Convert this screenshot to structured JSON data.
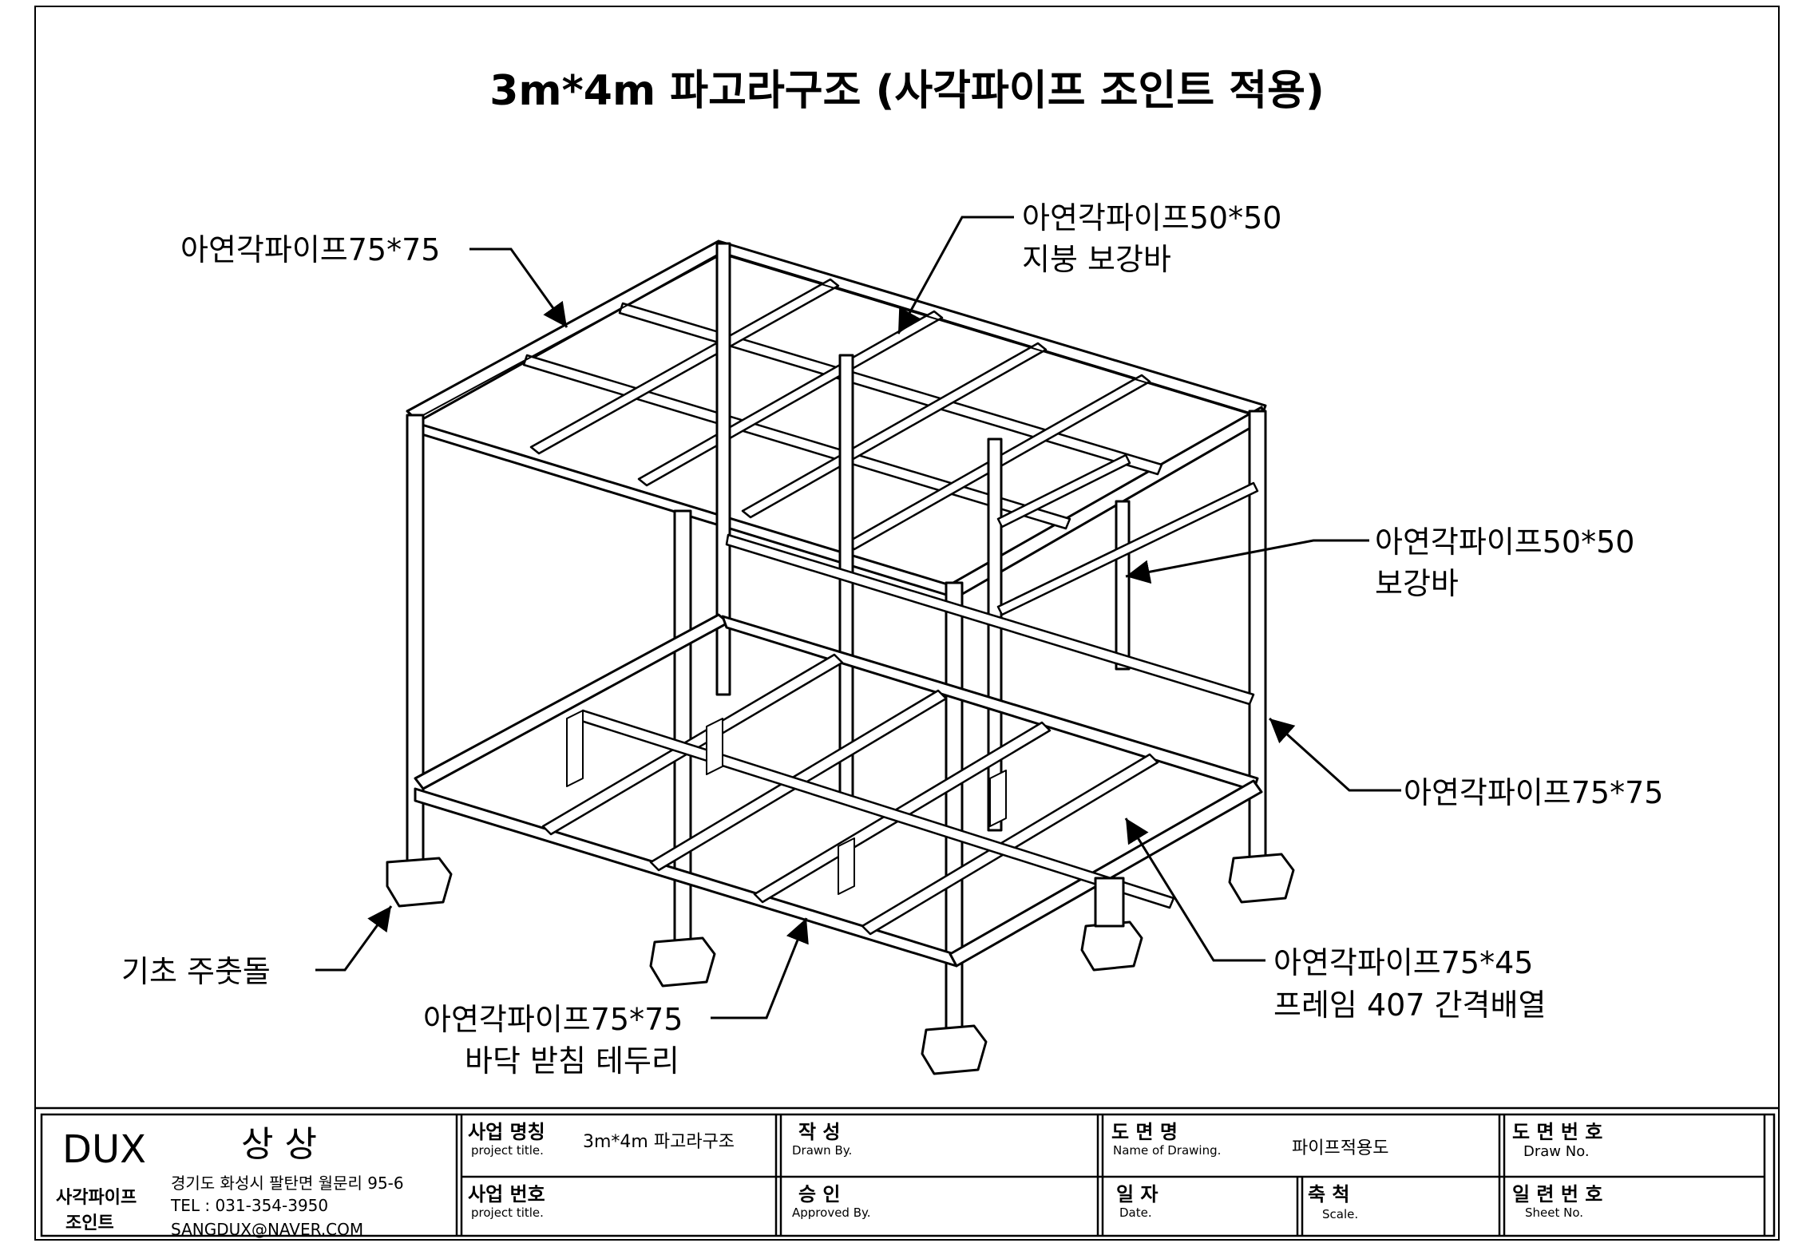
{
  "title": "3m*4m 파고라구조 (사각파이프 조인트 적용)",
  "callouts": {
    "top_left": "아연각파이프75*75",
    "top_center_1": "아연각파이프50*50",
    "top_center_2": "지붕 보강바",
    "right_1": "아연각파이프50*50",
    "right_2": "보강바",
    "right_post": "아연각파이프75*75",
    "foundation": "기초 주춧돌",
    "frame_1": "아연각파이프75*45",
    "frame_2": "프레임 407 간격배열",
    "bottom_1": "아연각파이프75*75",
    "bottom_2": "바닥 받침 테두리"
  },
  "title_block": {
    "company_logo": "DUX",
    "company_name": "상 상",
    "brand_1": "사각파이프",
    "brand_2": "조인트",
    "address": "경기도 화성시 팔탄면 월문리 95-6",
    "tel": "TEL : 031-354-3950",
    "email": "SANGDUX@NAVER.COM",
    "project_name_label_ko": "사업 명칭",
    "project_name_label_en": "project title.",
    "project_name_value": "3m*4m 파고라구조",
    "project_no_label_ko": "사업 번호",
    "project_no_label_en": "project title.",
    "drawn_label_ko": "작  성",
    "drawn_label_en": "Drawn By.",
    "approved_label_ko": "승  인",
    "approved_label_en": "Approved By.",
    "drawing_name_label_ko": "도 면 명",
    "drawing_name_label_en": "Name of Drawing.",
    "drawing_name_value": "파이프적용도",
    "date_label_ko": "일  자",
    "date_label_en": "Date.",
    "scale_label_ko": "축  척",
    "scale_label_en": "Scale.",
    "drawing_no_label_ko": "도 면 번 호",
    "drawing_no_label_en": "Draw No.",
    "sheet_no_label_ko": "일 련 번 호",
    "sheet_no_label_en": "Sheet No."
  }
}
